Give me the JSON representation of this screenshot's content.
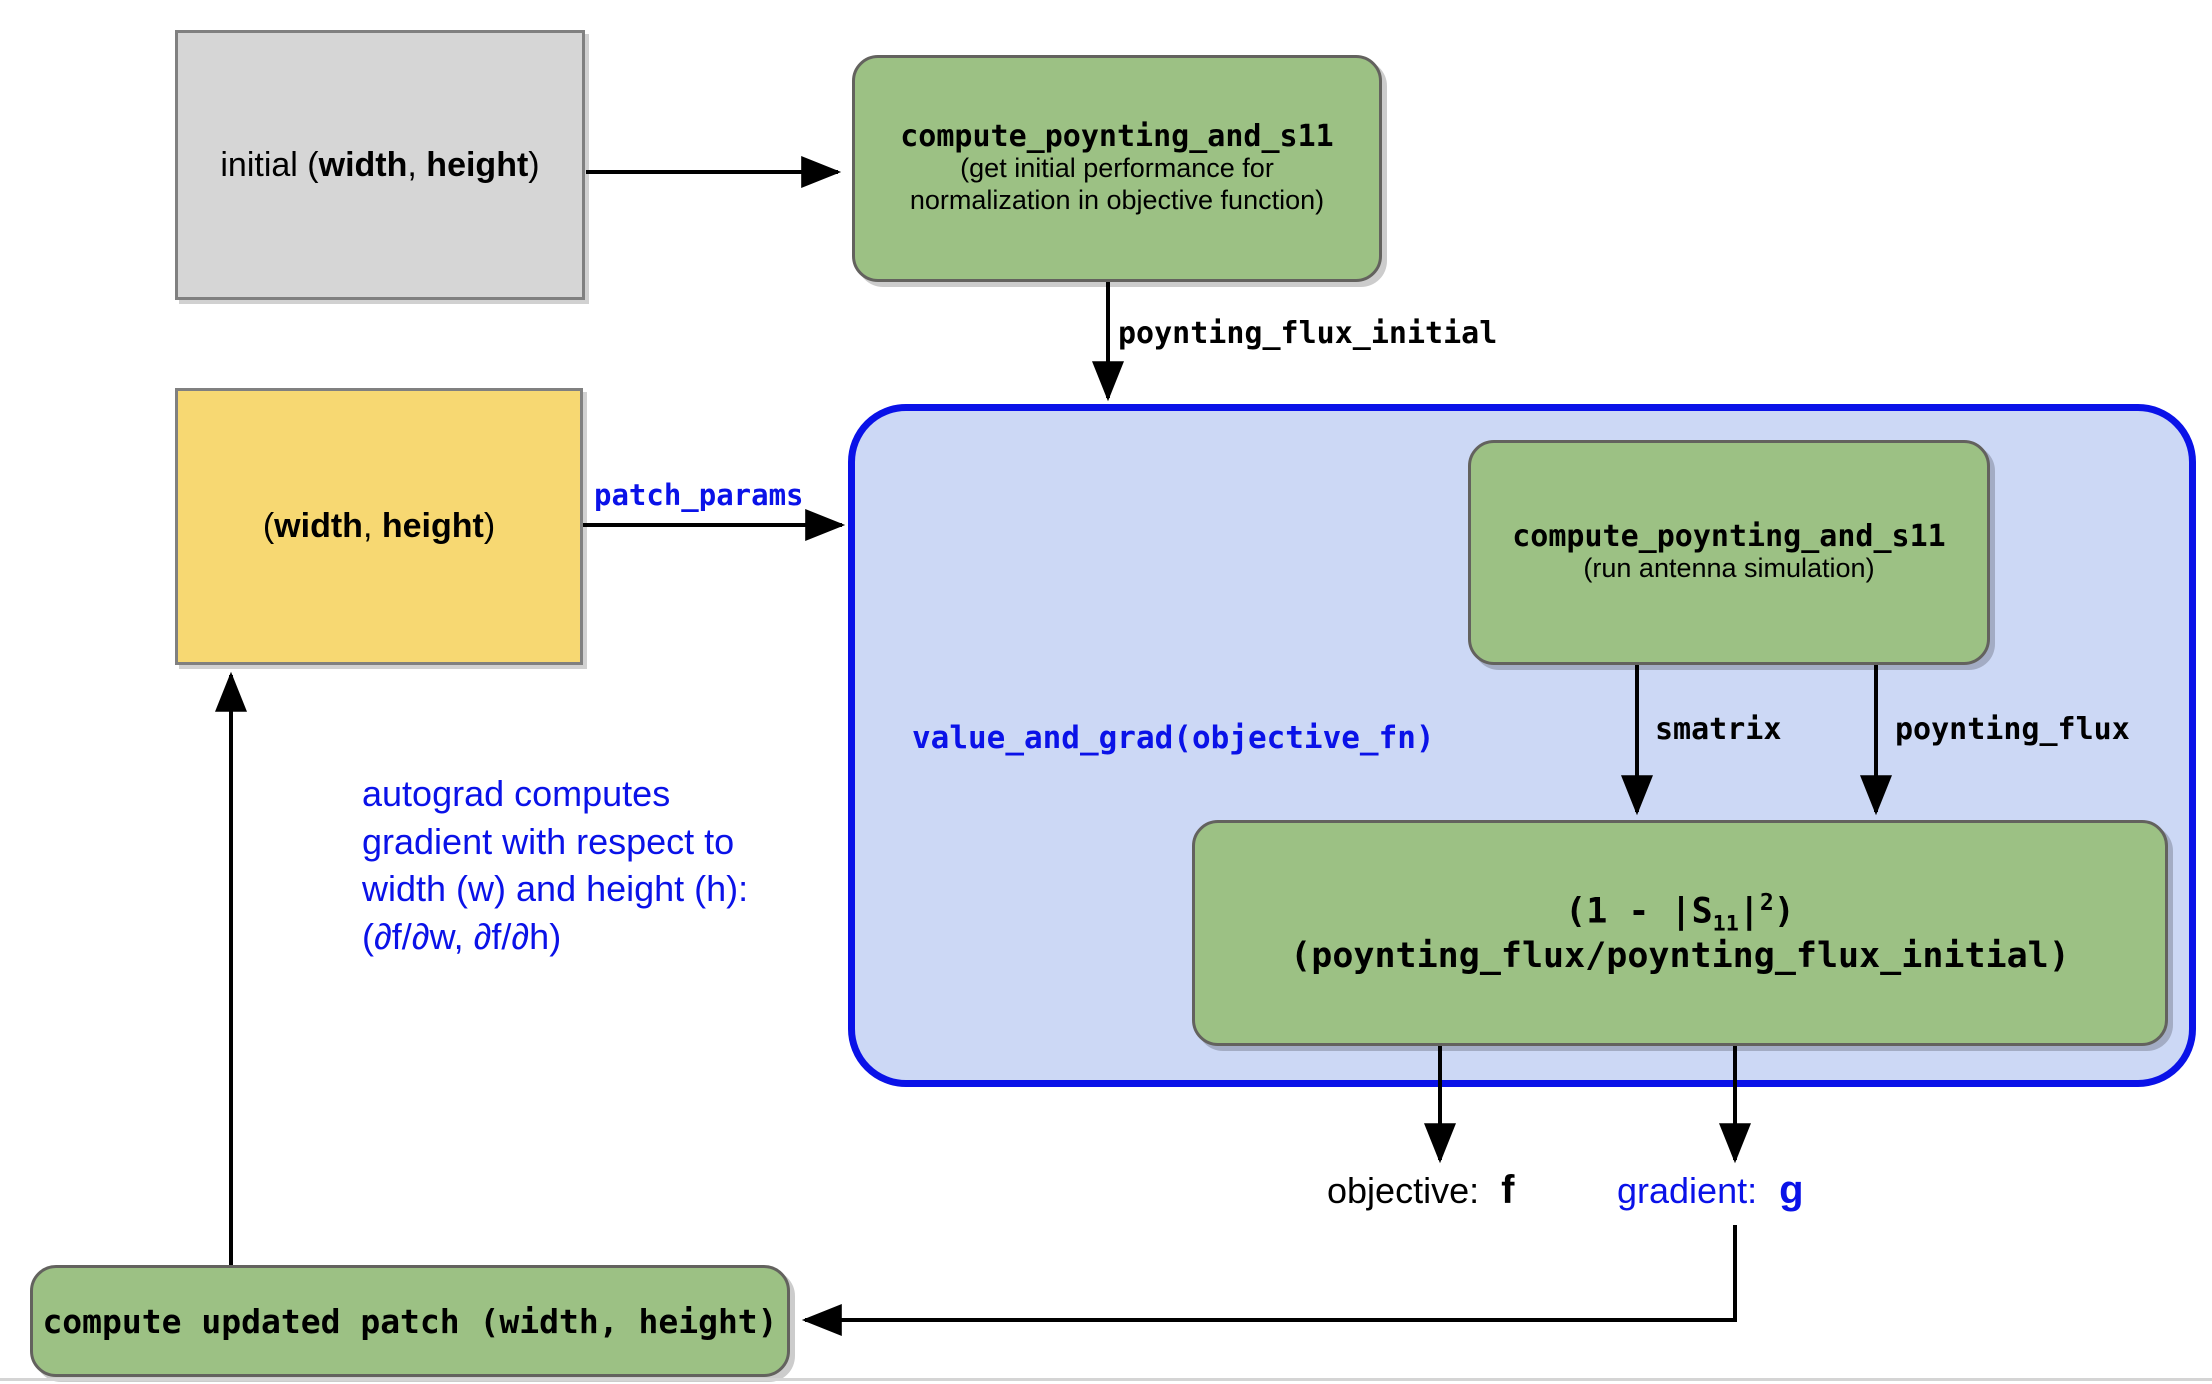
{
  "diagram": {
    "title": "antenna patch optimization autograd flow",
    "colors": {
      "green_node": "#9cc184",
      "gray_node": "#d6d6d6",
      "yellow_node": "#f7d872",
      "blue_container_fill": "#ccd8f5",
      "blue_accent": "#0a12e8",
      "node_border": "#63625e",
      "edge": "#000000"
    }
  },
  "nodes": {
    "initial_params": {
      "text_prefix": "initial (",
      "text_bold_1": "width",
      "text_mid": ", ",
      "text_bold_2": "height",
      "text_suffix": ")"
    },
    "compute_initial": {
      "title": "compute_poynting_and_s11",
      "subtitle_line1": "(get initial performance for",
      "subtitle_line2": "normalization in objective function)"
    },
    "patch_params_box": {
      "text_prefix": "(",
      "text_bold_1": "width",
      "text_mid": ", ",
      "text_bold_2": "height",
      "text_suffix": ")"
    },
    "compute_sim": {
      "title": "compute_poynting_and_s11",
      "subtitle": "(run antenna simulation)"
    },
    "objective_formula": {
      "part_open": "(1 - |S",
      "part_sub": "11",
      "part_close_abs": "|",
      "part_exp": "2",
      "part_rest": ")(poynting_flux/poynting_flux_initial)"
    },
    "update_patch": {
      "text": "compute updated patch (width, height)"
    }
  },
  "container": {
    "value_and_grad_label": "value_and_grad(objective_fn)"
  },
  "edge_labels": {
    "poynting_flux_initial": "poynting_flux_initial",
    "patch_params": "patch_params",
    "smatrix": "smatrix",
    "poynting_flux": "poynting_flux"
  },
  "annotations": {
    "autograd_note": {
      "line1": "autograd computes",
      "line2": "gradient with respect to",
      "line3": "width (w) and height (h):",
      "line4": "(∂f/∂w, ∂f/∂h)"
    },
    "objective_out": {
      "label": "objective:",
      "symbol": "f"
    },
    "gradient_out": {
      "label": "gradient:",
      "symbol": "g"
    }
  }
}
